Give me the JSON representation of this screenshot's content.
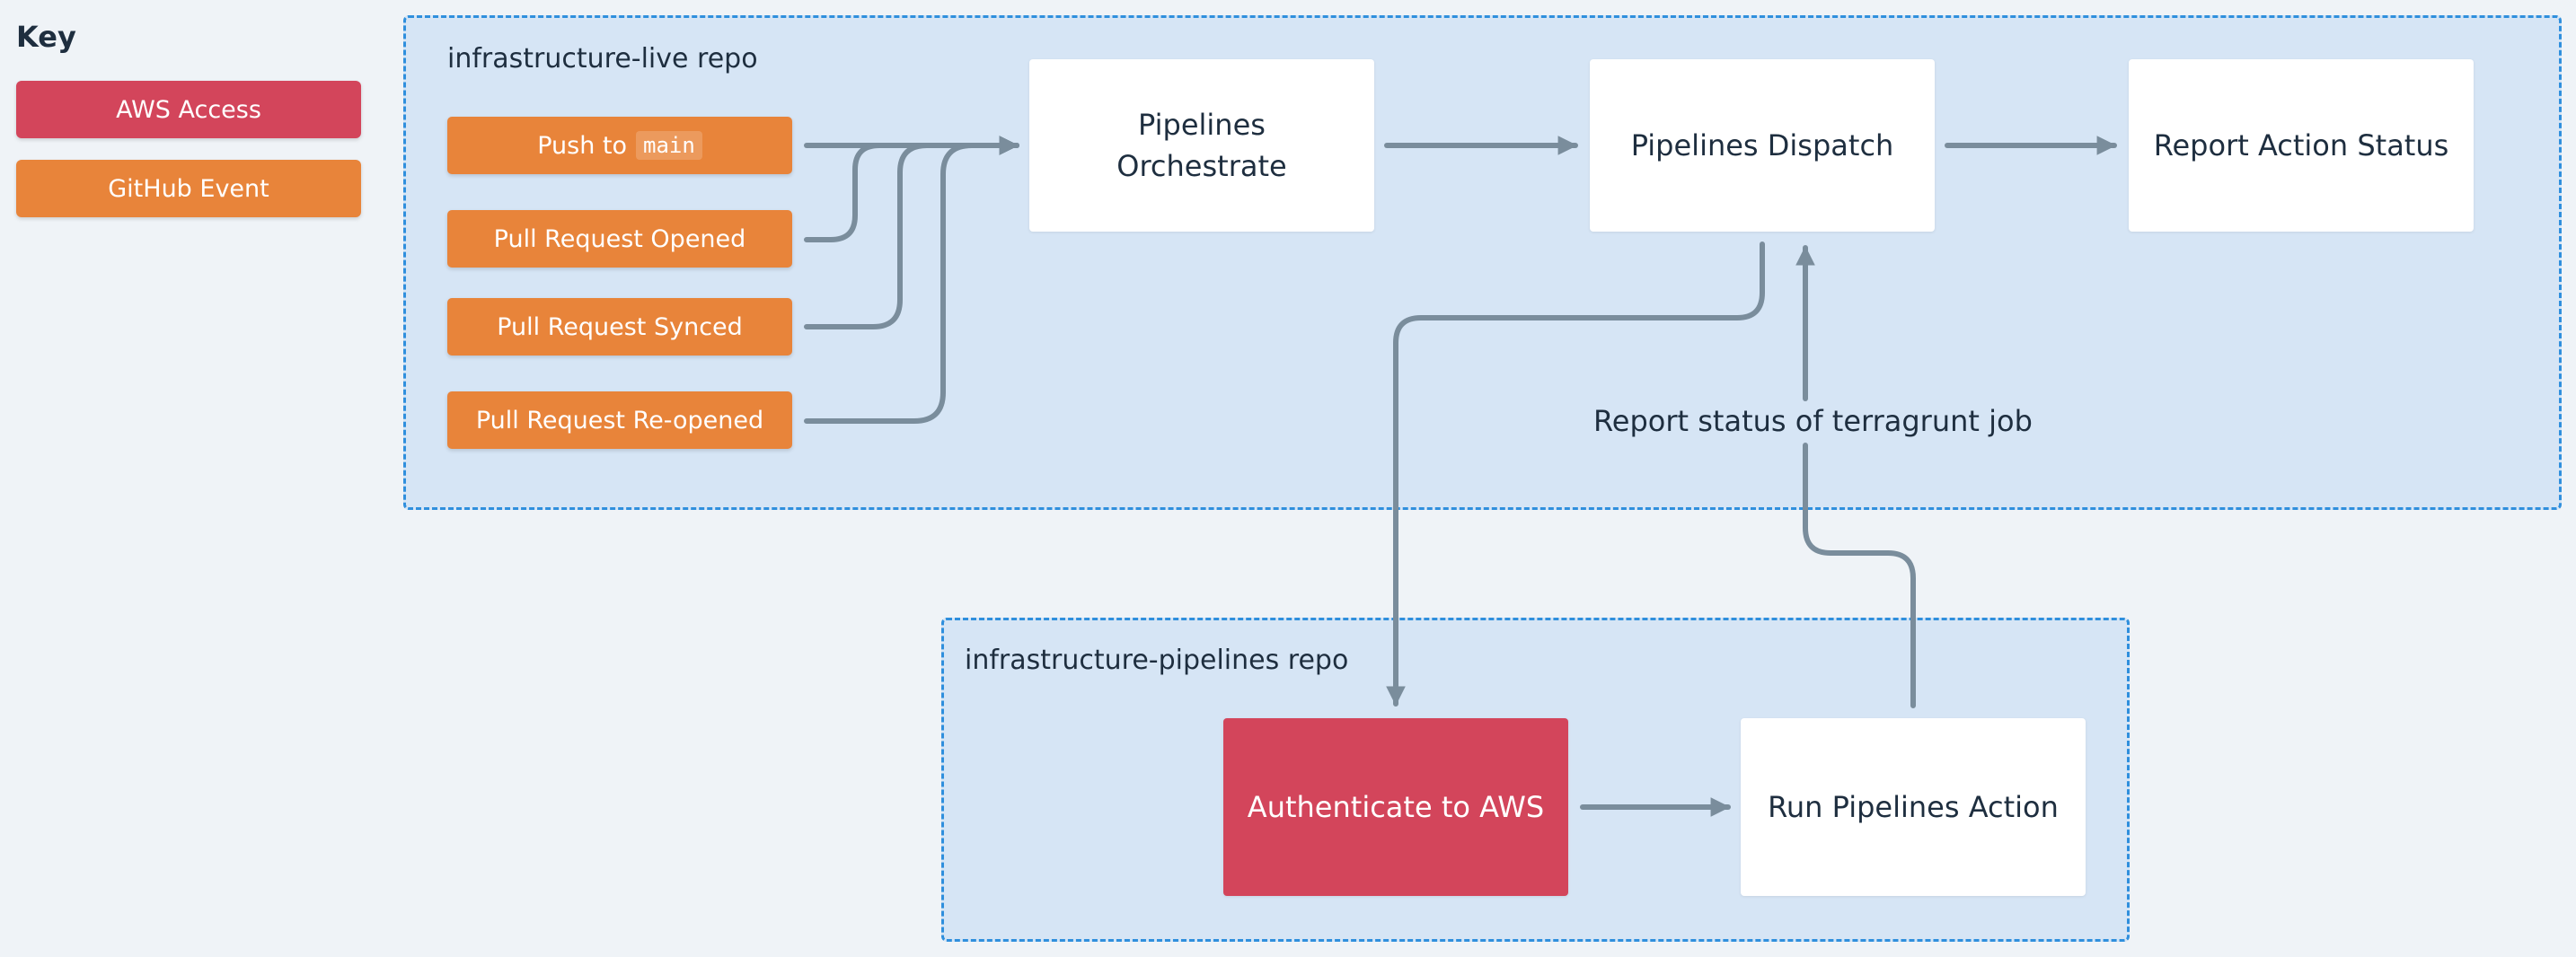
{
  "key": {
    "title": "Key",
    "items": [
      {
        "label": "AWS Access",
        "color": "#d3455b"
      },
      {
        "label": "GitHub Event",
        "color": "#e8843a"
      }
    ]
  },
  "live_repo": {
    "label": "infrastructure-live repo",
    "events": [
      {
        "prefix": "Push to",
        "code": "main"
      },
      {
        "label": "Pull Request Opened"
      },
      {
        "label": "Pull Request Synced"
      },
      {
        "label": "Pull Request Re-opened"
      }
    ],
    "nodes": {
      "orchestrate": "Pipelines\nOrchestrate",
      "dispatch": "Pipelines Dispatch",
      "report": "Report Action Status"
    },
    "edge_label": "Report status of terragrunt job"
  },
  "pipelines_repo": {
    "label": "infrastructure-pipelines repo",
    "nodes": {
      "authenticate": "Authenticate to AWS",
      "run_action": "Run Pipelines Action"
    }
  },
  "colors": {
    "background": "#eff3f7",
    "repo_fill": "#d6e5f5",
    "repo_border": "#2f8fdd",
    "aws_access": "#d3455b",
    "github_event": "#e8843a",
    "connector": "#7a8d9c"
  }
}
